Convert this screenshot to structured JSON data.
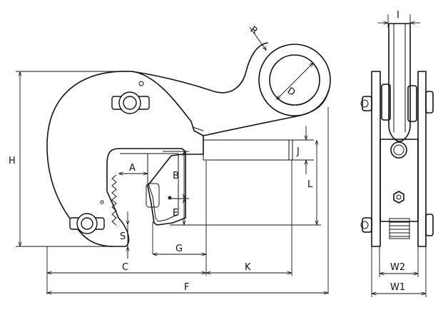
{
  "dimension_labels": {
    "H": "H",
    "A": "A",
    "B": "B",
    "E": "E",
    "J": "J",
    "L": "L",
    "S": "S",
    "G": "G",
    "C": "C",
    "K": "K",
    "F": "F",
    "R": "R",
    "D": "D",
    "I": "I",
    "W2": "W2",
    "W1": "W1"
  }
}
